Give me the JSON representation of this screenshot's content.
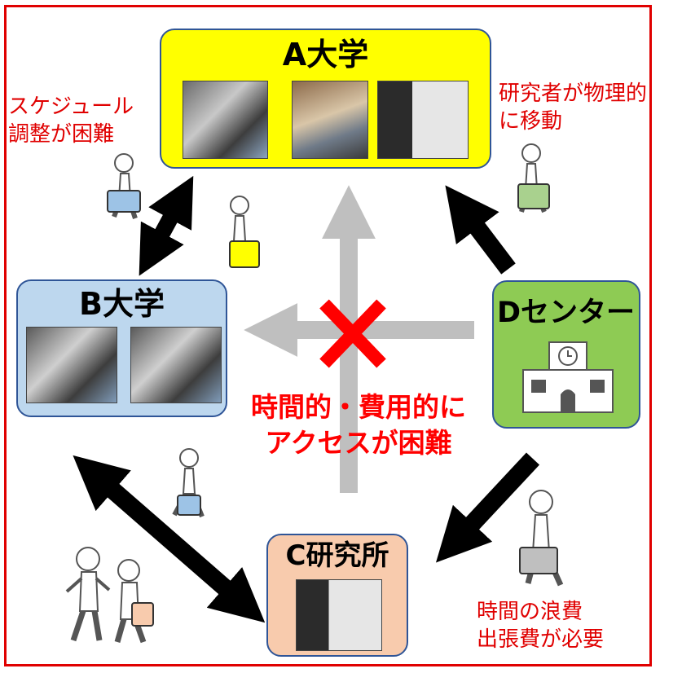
{
  "nodes": {
    "a": {
      "title": "A大学",
      "fill": "#ffff00"
    },
    "b": {
      "title": "B大学",
      "fill": "#bdd7ee"
    },
    "c": {
      "title": "C研究所",
      "fill": "#f8cbad"
    },
    "d": {
      "title": "Dセンター",
      "fill": "#8ecb54"
    }
  },
  "notes": {
    "schedule": [
      "スケジュール",
      "調整が困難"
    ],
    "move": [
      "研究者が物理的",
      "に移動"
    ],
    "waste": [
      "時間の浪費",
      "出張費が必要"
    ]
  },
  "center": {
    "lines": [
      "時間的・費用的に",
      "アクセスが困難"
    ],
    "blocked_mark": "×"
  },
  "colors": {
    "border_red": "#e00000",
    "arrow_black": "#000000",
    "arrow_gray": "#bfbfbf",
    "cross_red": "#ff0000",
    "luggage_blue": "#9dc3e6",
    "luggage_yellow": "#ffff00",
    "luggage_green": "#a9d18e",
    "luggage_gray": "#bfbfbf",
    "luggage_peach": "#f8cbad"
  },
  "icons": [
    "school-building-icon",
    "walking-researcher-icon",
    "equipment-photo"
  ]
}
